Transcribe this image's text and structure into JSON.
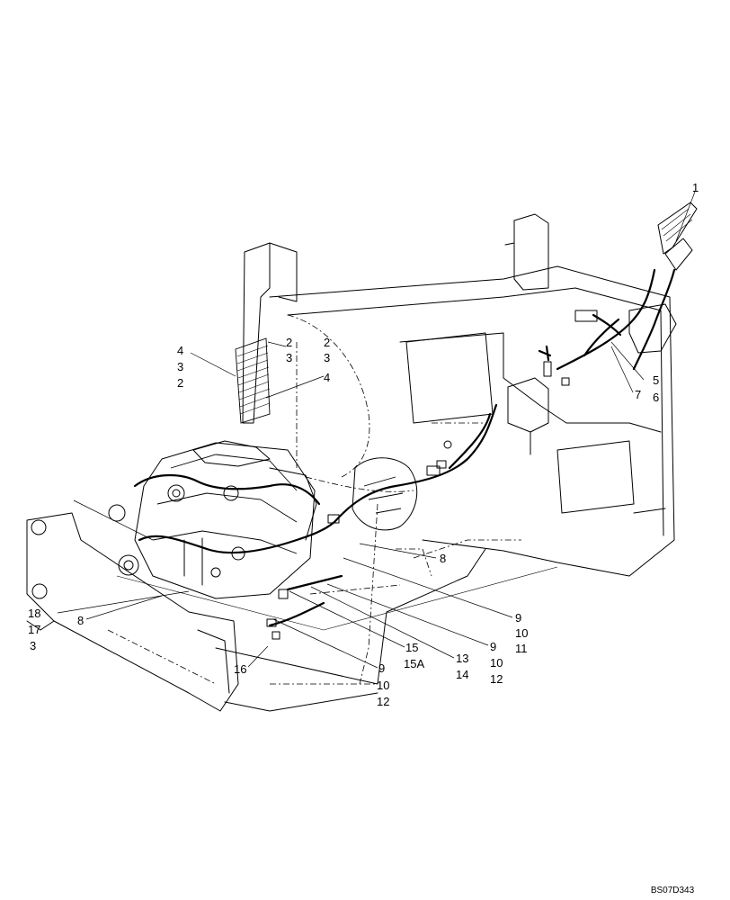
{
  "callouts": [
    {
      "id": "c1",
      "text": "1"
    },
    {
      "id": "c2",
      "text": "4"
    },
    {
      "id": "c3",
      "text": "3"
    },
    {
      "id": "c4",
      "text": "2"
    },
    {
      "id": "c5",
      "text": "2"
    },
    {
      "id": "c6",
      "text": "3"
    },
    {
      "id": "c7",
      "text": "2"
    },
    {
      "id": "c8",
      "text": "3"
    },
    {
      "id": "c9",
      "text": "4"
    },
    {
      "id": "c10",
      "text": "5"
    },
    {
      "id": "c11",
      "text": "7"
    },
    {
      "id": "c12",
      "text": "6"
    },
    {
      "id": "c13",
      "text": "8"
    },
    {
      "id": "c14",
      "text": "9"
    },
    {
      "id": "c15",
      "text": "10"
    },
    {
      "id": "c16",
      "text": "11"
    },
    {
      "id": "c17",
      "text": "9"
    },
    {
      "id": "c18",
      "text": "10"
    },
    {
      "id": "c19",
      "text": "12"
    },
    {
      "id": "c20",
      "text": "13"
    },
    {
      "id": "c21",
      "text": "14"
    },
    {
      "id": "c22",
      "text": "15"
    },
    {
      "id": "c23",
      "text": "15A"
    },
    {
      "id": "c24",
      "text": "9"
    },
    {
      "id": "c25",
      "text": "10"
    },
    {
      "id": "c26",
      "text": "12"
    },
    {
      "id": "c27",
      "text": "18"
    },
    {
      "id": "c28",
      "text": "17"
    },
    {
      "id": "c29",
      "text": "3"
    },
    {
      "id": "c30",
      "text": "8"
    },
    {
      "id": "c31",
      "text": "16"
    }
  ],
  "drawing_id": "BS07D343"
}
